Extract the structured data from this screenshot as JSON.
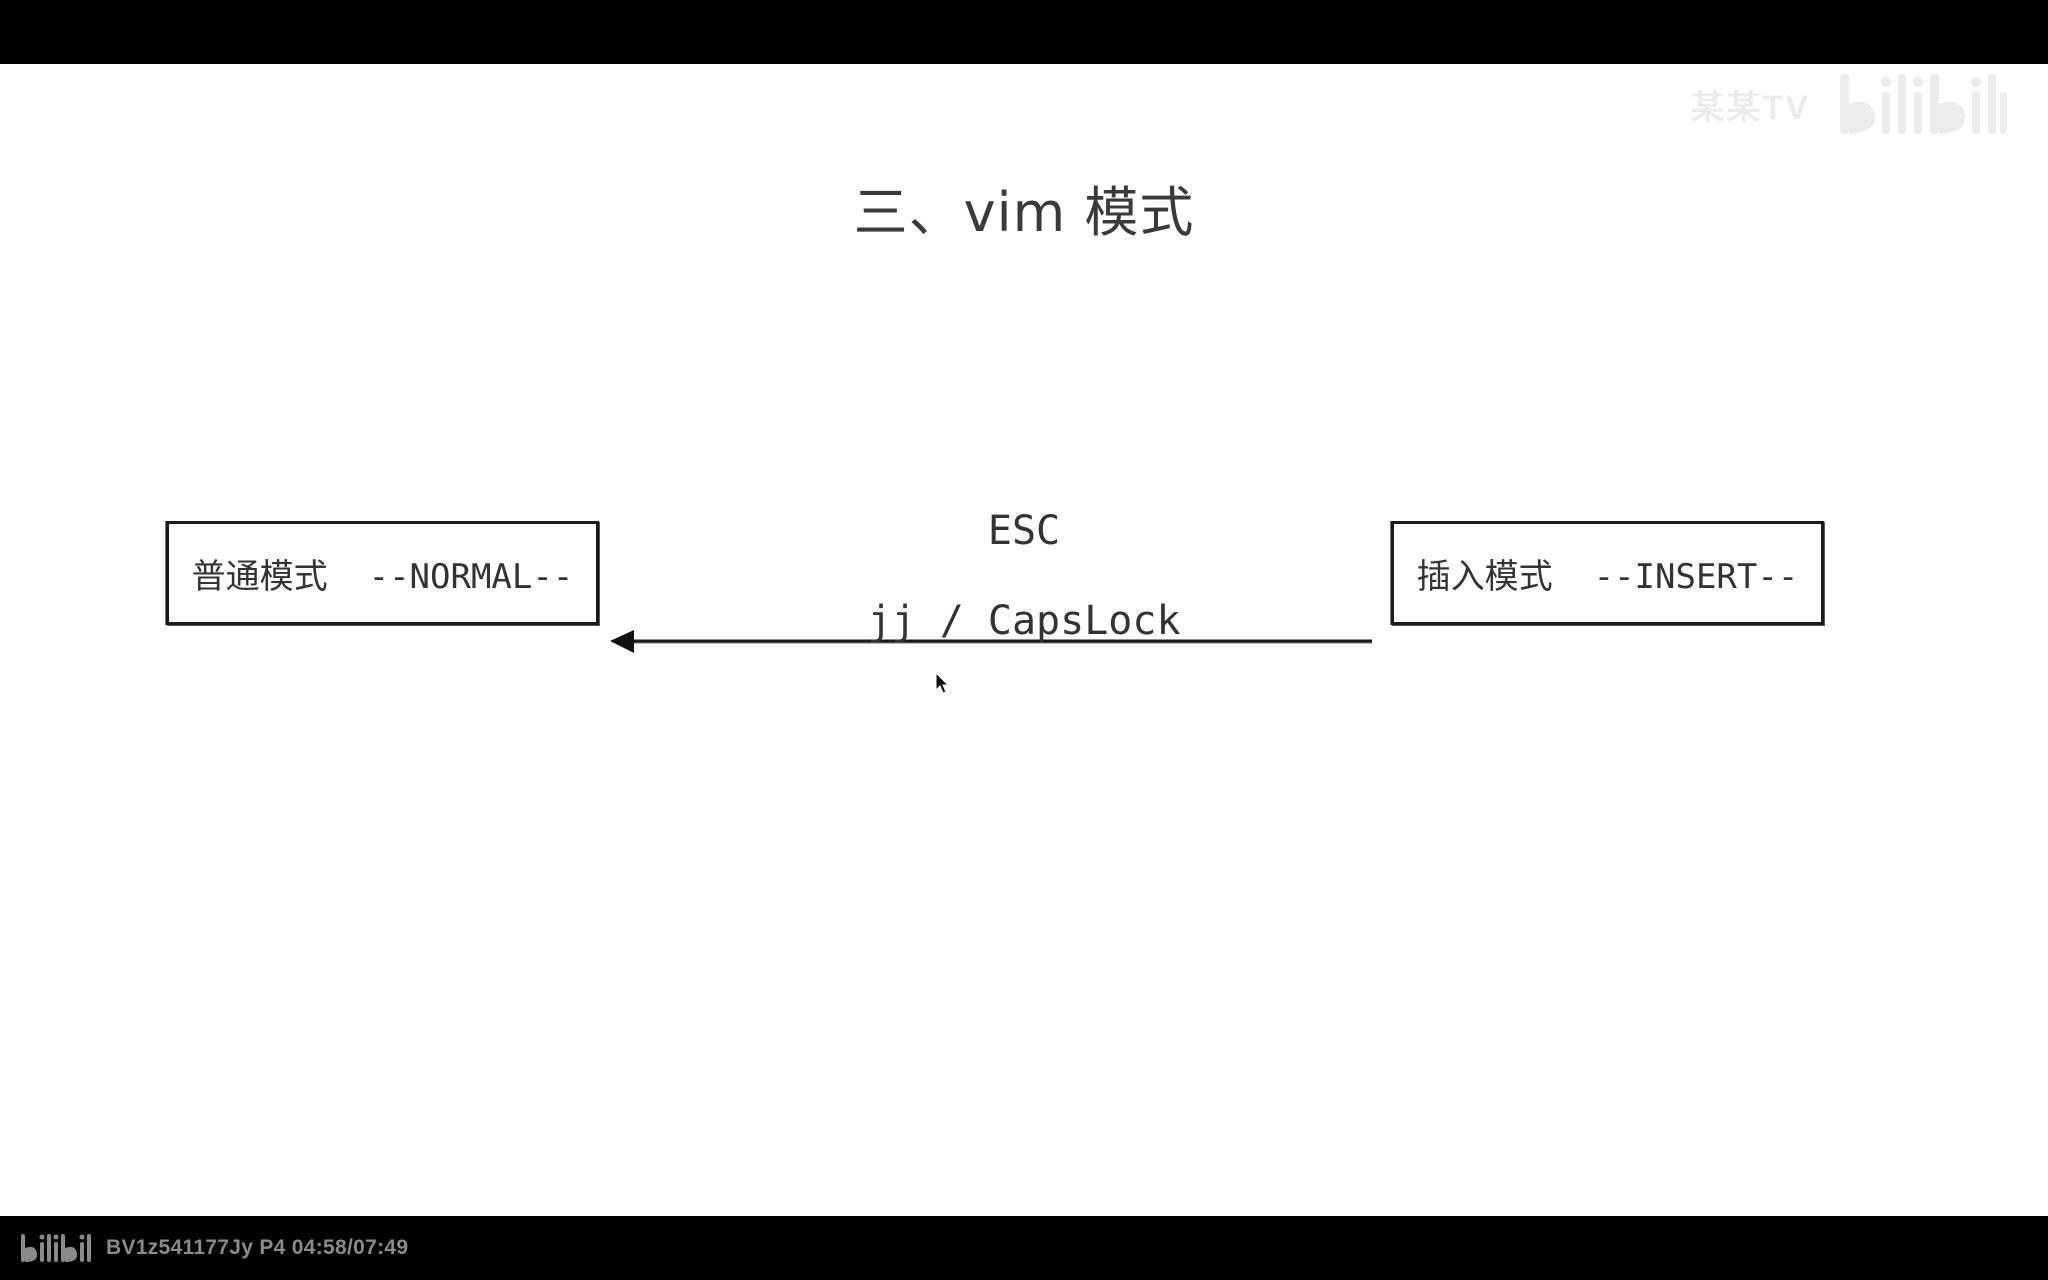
{
  "watermark": {
    "channel_text": "某某TV",
    "logo_text": "bilibili"
  },
  "slide": {
    "title": "三、vim 模式"
  },
  "diagram": {
    "left_box": {
      "label": "普通模式  --NORMAL--"
    },
    "right_box": {
      "label": "插入模式  --INSERT--"
    },
    "arrow": {
      "label_top": "ESC",
      "label_bottom": "jj / CapsLock",
      "direction": "right-to-left"
    }
  },
  "player": {
    "logo_text": "bilibili",
    "info": "BV1z541177Jy P4 04:58/07:49"
  },
  "colors": {
    "bars": "#000000",
    "slide_bg": "#ffffff",
    "text": "#333333",
    "watermark": "#e9e9e9",
    "bottom_info": "#8a8a8a"
  }
}
